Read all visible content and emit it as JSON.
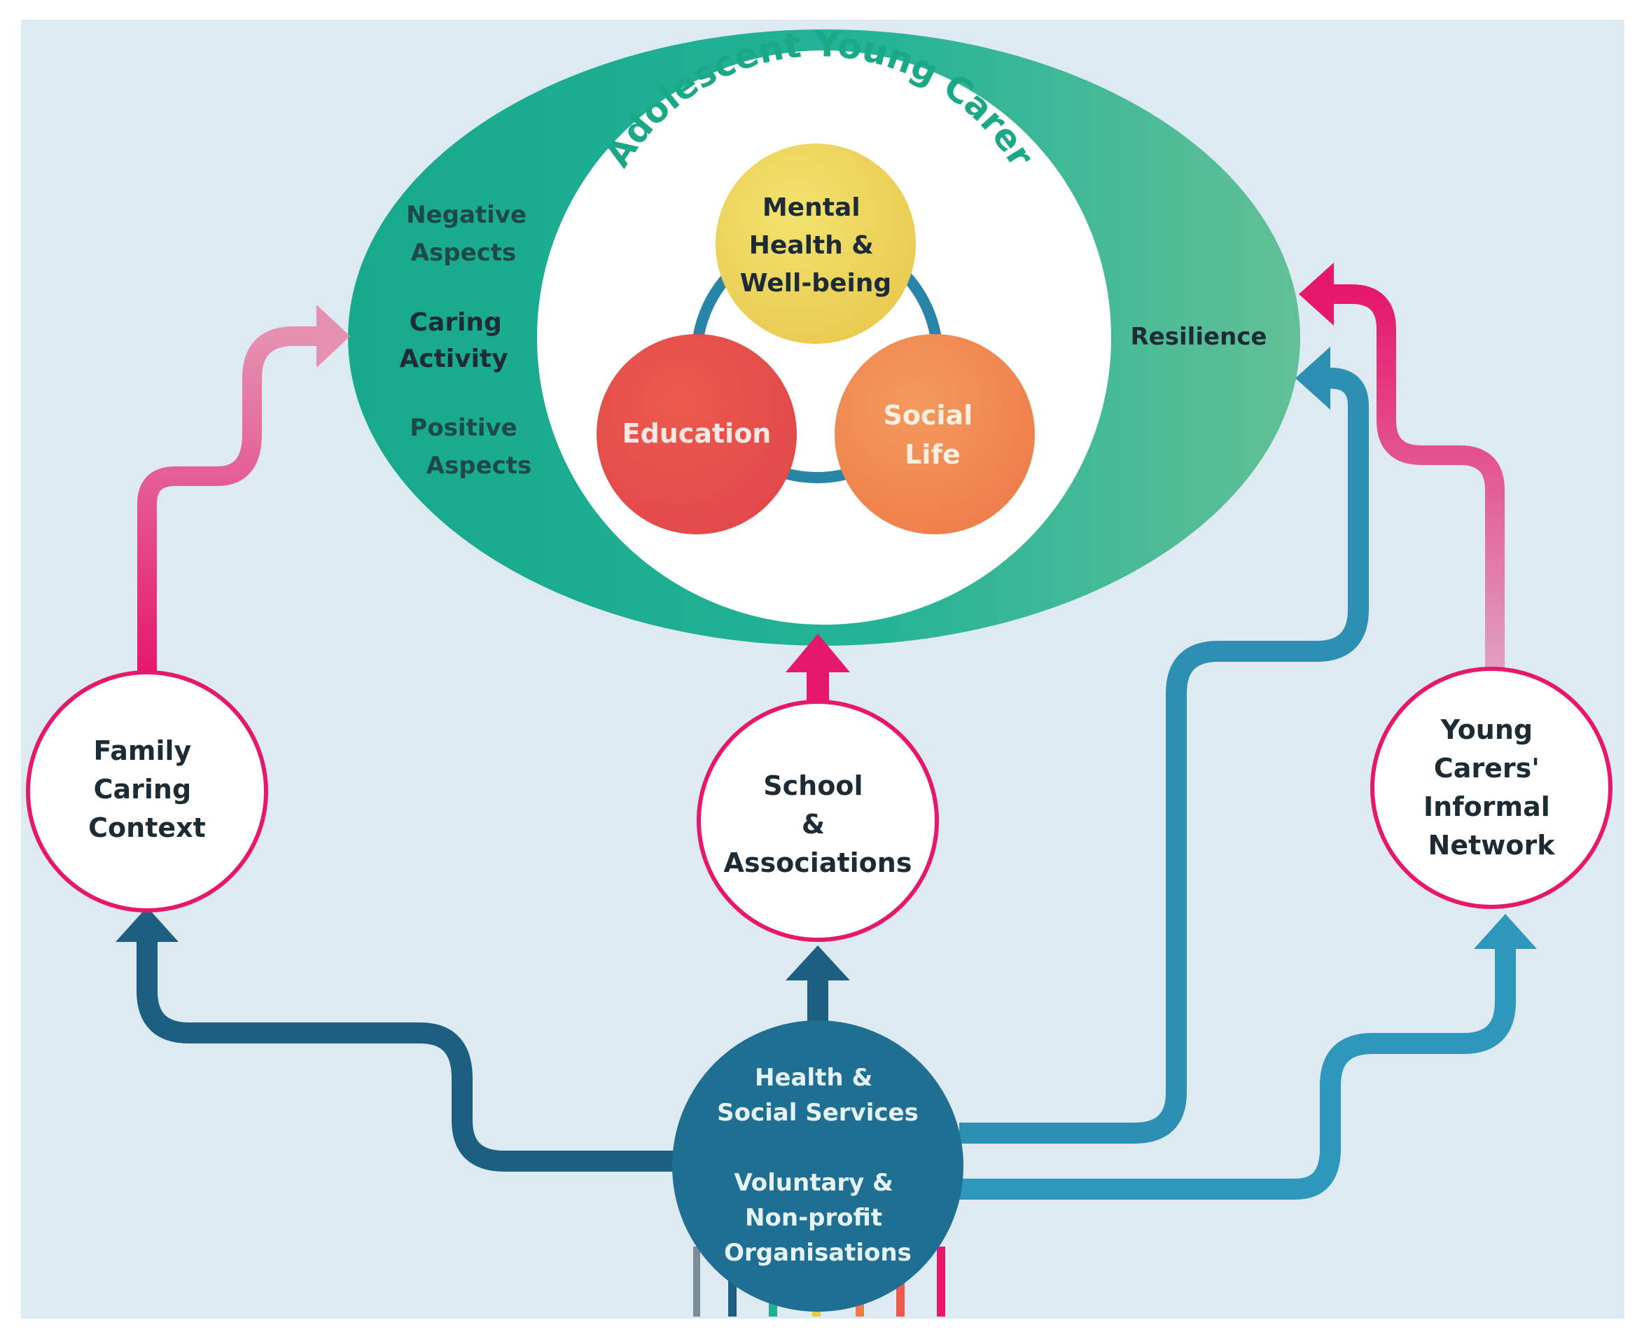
{
  "title": "Adolescent Young Carer",
  "colors": {
    "background": "#ddeaf1",
    "teal": "#1fae91",
    "teal_light": "#5cbe96",
    "pink": "#e5186c",
    "pink_light": "#e280a6",
    "blue_dark": "#1d5f80",
    "blue": "#2d91b4",
    "title_text": "#1ba886"
  },
  "outer_ellipse": {
    "left_labels": {
      "negative": [
        "Negative",
        "Aspects"
      ],
      "caring": [
        "Caring",
        "Activity"
      ],
      "positive": [
        "Positive",
        "Aspects"
      ]
    },
    "right_label": "Resilience"
  },
  "inner_circles": {
    "mental_health": [
      "Mental",
      "Health &",
      "Well-being"
    ],
    "education": [
      "Education"
    ],
    "social_life": [
      "Social",
      "Life"
    ]
  },
  "nodes": {
    "family": [
      "Family",
      "Caring",
      "Context"
    ],
    "school": [
      "School",
      "&",
      "Associations"
    ],
    "network": [
      "Young",
      "Carers'",
      "Informal",
      "Network"
    ],
    "services": {
      "top": [
        "Health &",
        "Social Services"
      ],
      "bottom": [
        "Voluntary &",
        "Non-profit",
        "Organisations"
      ]
    }
  }
}
